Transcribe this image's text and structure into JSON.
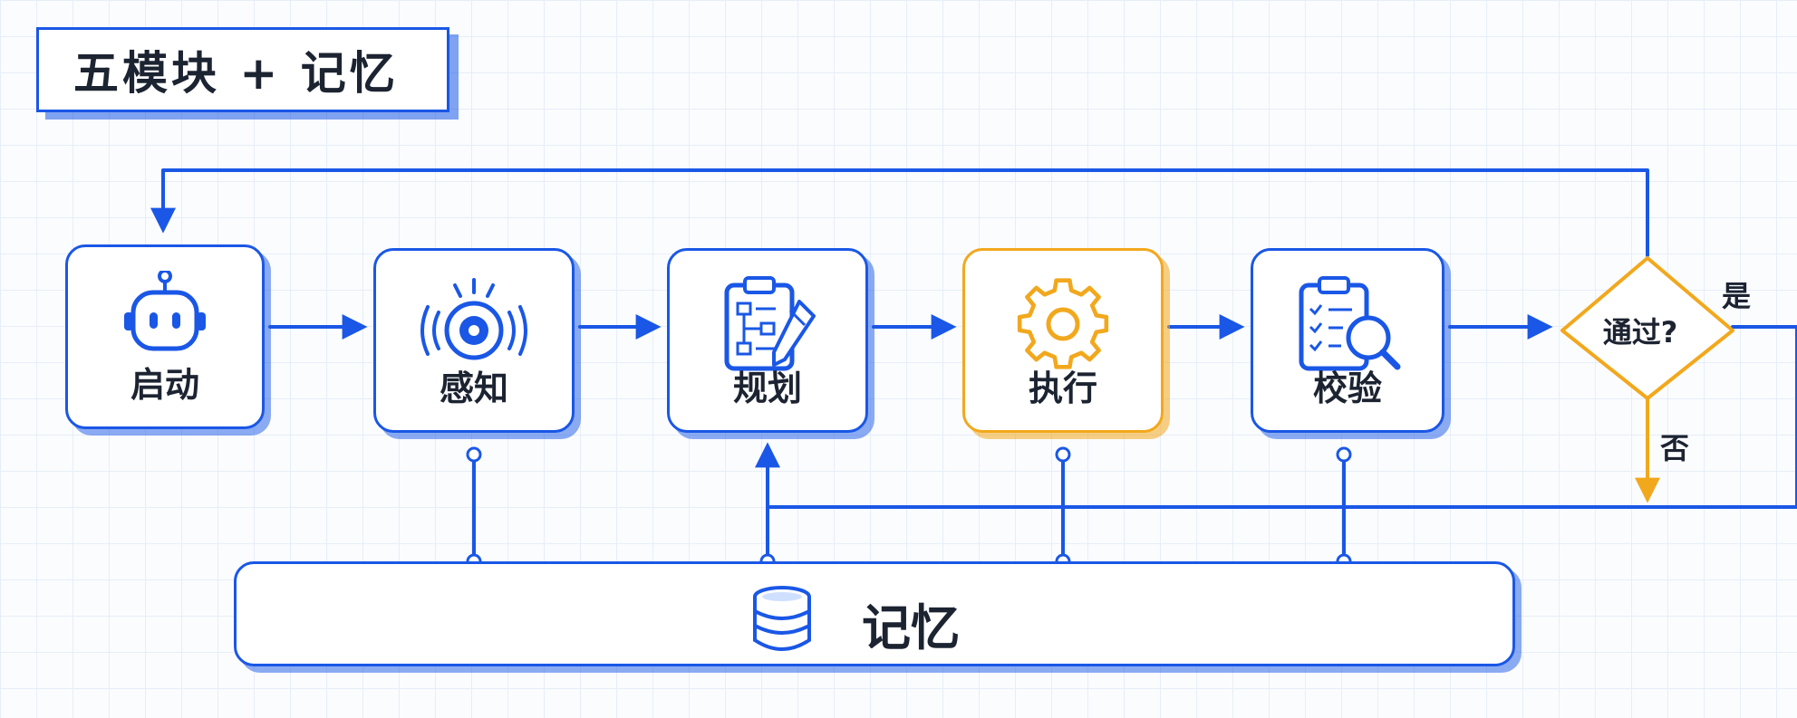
{
  "title": "五模块 + 记忆",
  "nodes": {
    "start": "启动",
    "perceive": "感知",
    "plan": "规划",
    "execute": "执行",
    "verify": "校验"
  },
  "decision": {
    "question": "通过?",
    "yes": "是",
    "no": "否"
  },
  "memory": "记忆",
  "colors": {
    "primary": "#1a57e6",
    "accent": "#f2a81d",
    "text": "#1c2331"
  },
  "icons": {
    "start": "robot-icon",
    "perceive": "sensor-icon",
    "plan": "flowchart-clipboard-icon",
    "execute": "gear-icon",
    "verify": "checklist-magnifier-icon",
    "memory": "database-icon"
  }
}
